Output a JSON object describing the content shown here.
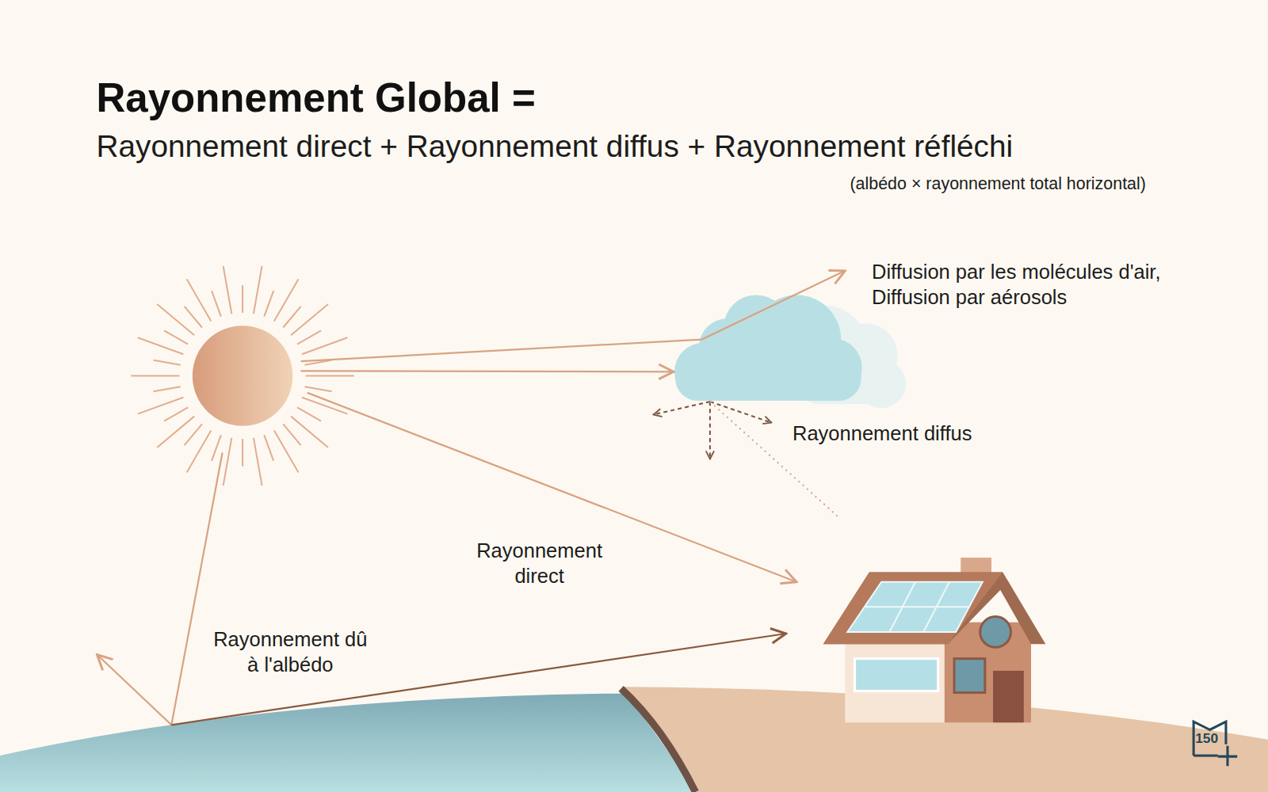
{
  "diagram": {
    "title": "Rayonnement Global =",
    "labels": [
      "Rayonnement direct + Rayonnement diffus + Rayonnement réfléchi",
      "(albédo × rayonnement total horizontal)",
      "Diffusion par les molécules d'air, Diffusion par aérosols",
      "Rayonnement diffus",
      "Rayonnement direct",
      "Rayonnement dû à l'albédo",
      "150"
    ]
  }
}
